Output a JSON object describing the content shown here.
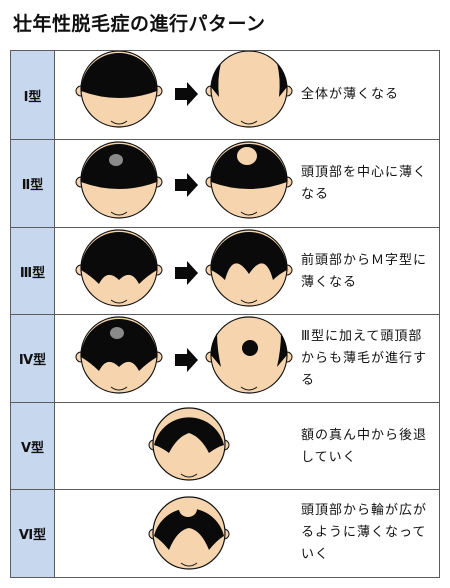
{
  "title": "壮年性脱毛症の進行パターン",
  "rows": [
    {
      "type": "Ⅰ型",
      "description": "全体が薄くなる"
    },
    {
      "type": "Ⅱ型",
      "description": "頭頂部を中心に薄くなる"
    },
    {
      "type": "Ⅲ型",
      "description": "前頭部からＭ字型に薄くなる"
    },
    {
      "type": "Ⅳ型",
      "description": "Ⅲ型に加えて頭頂部からも薄毛が進行する"
    },
    {
      "type": "Ⅴ型",
      "description": "額の真ん中から後退していく"
    },
    {
      "type": "Ⅵ型",
      "description": "頭頂部から輪が広がるように薄くなっていく"
    }
  ],
  "colors": {
    "header_fill": "#c7d7ee",
    "skin": "#f6d5ae",
    "hair": "#0a0a0a",
    "border": "#5c5c5c"
  }
}
